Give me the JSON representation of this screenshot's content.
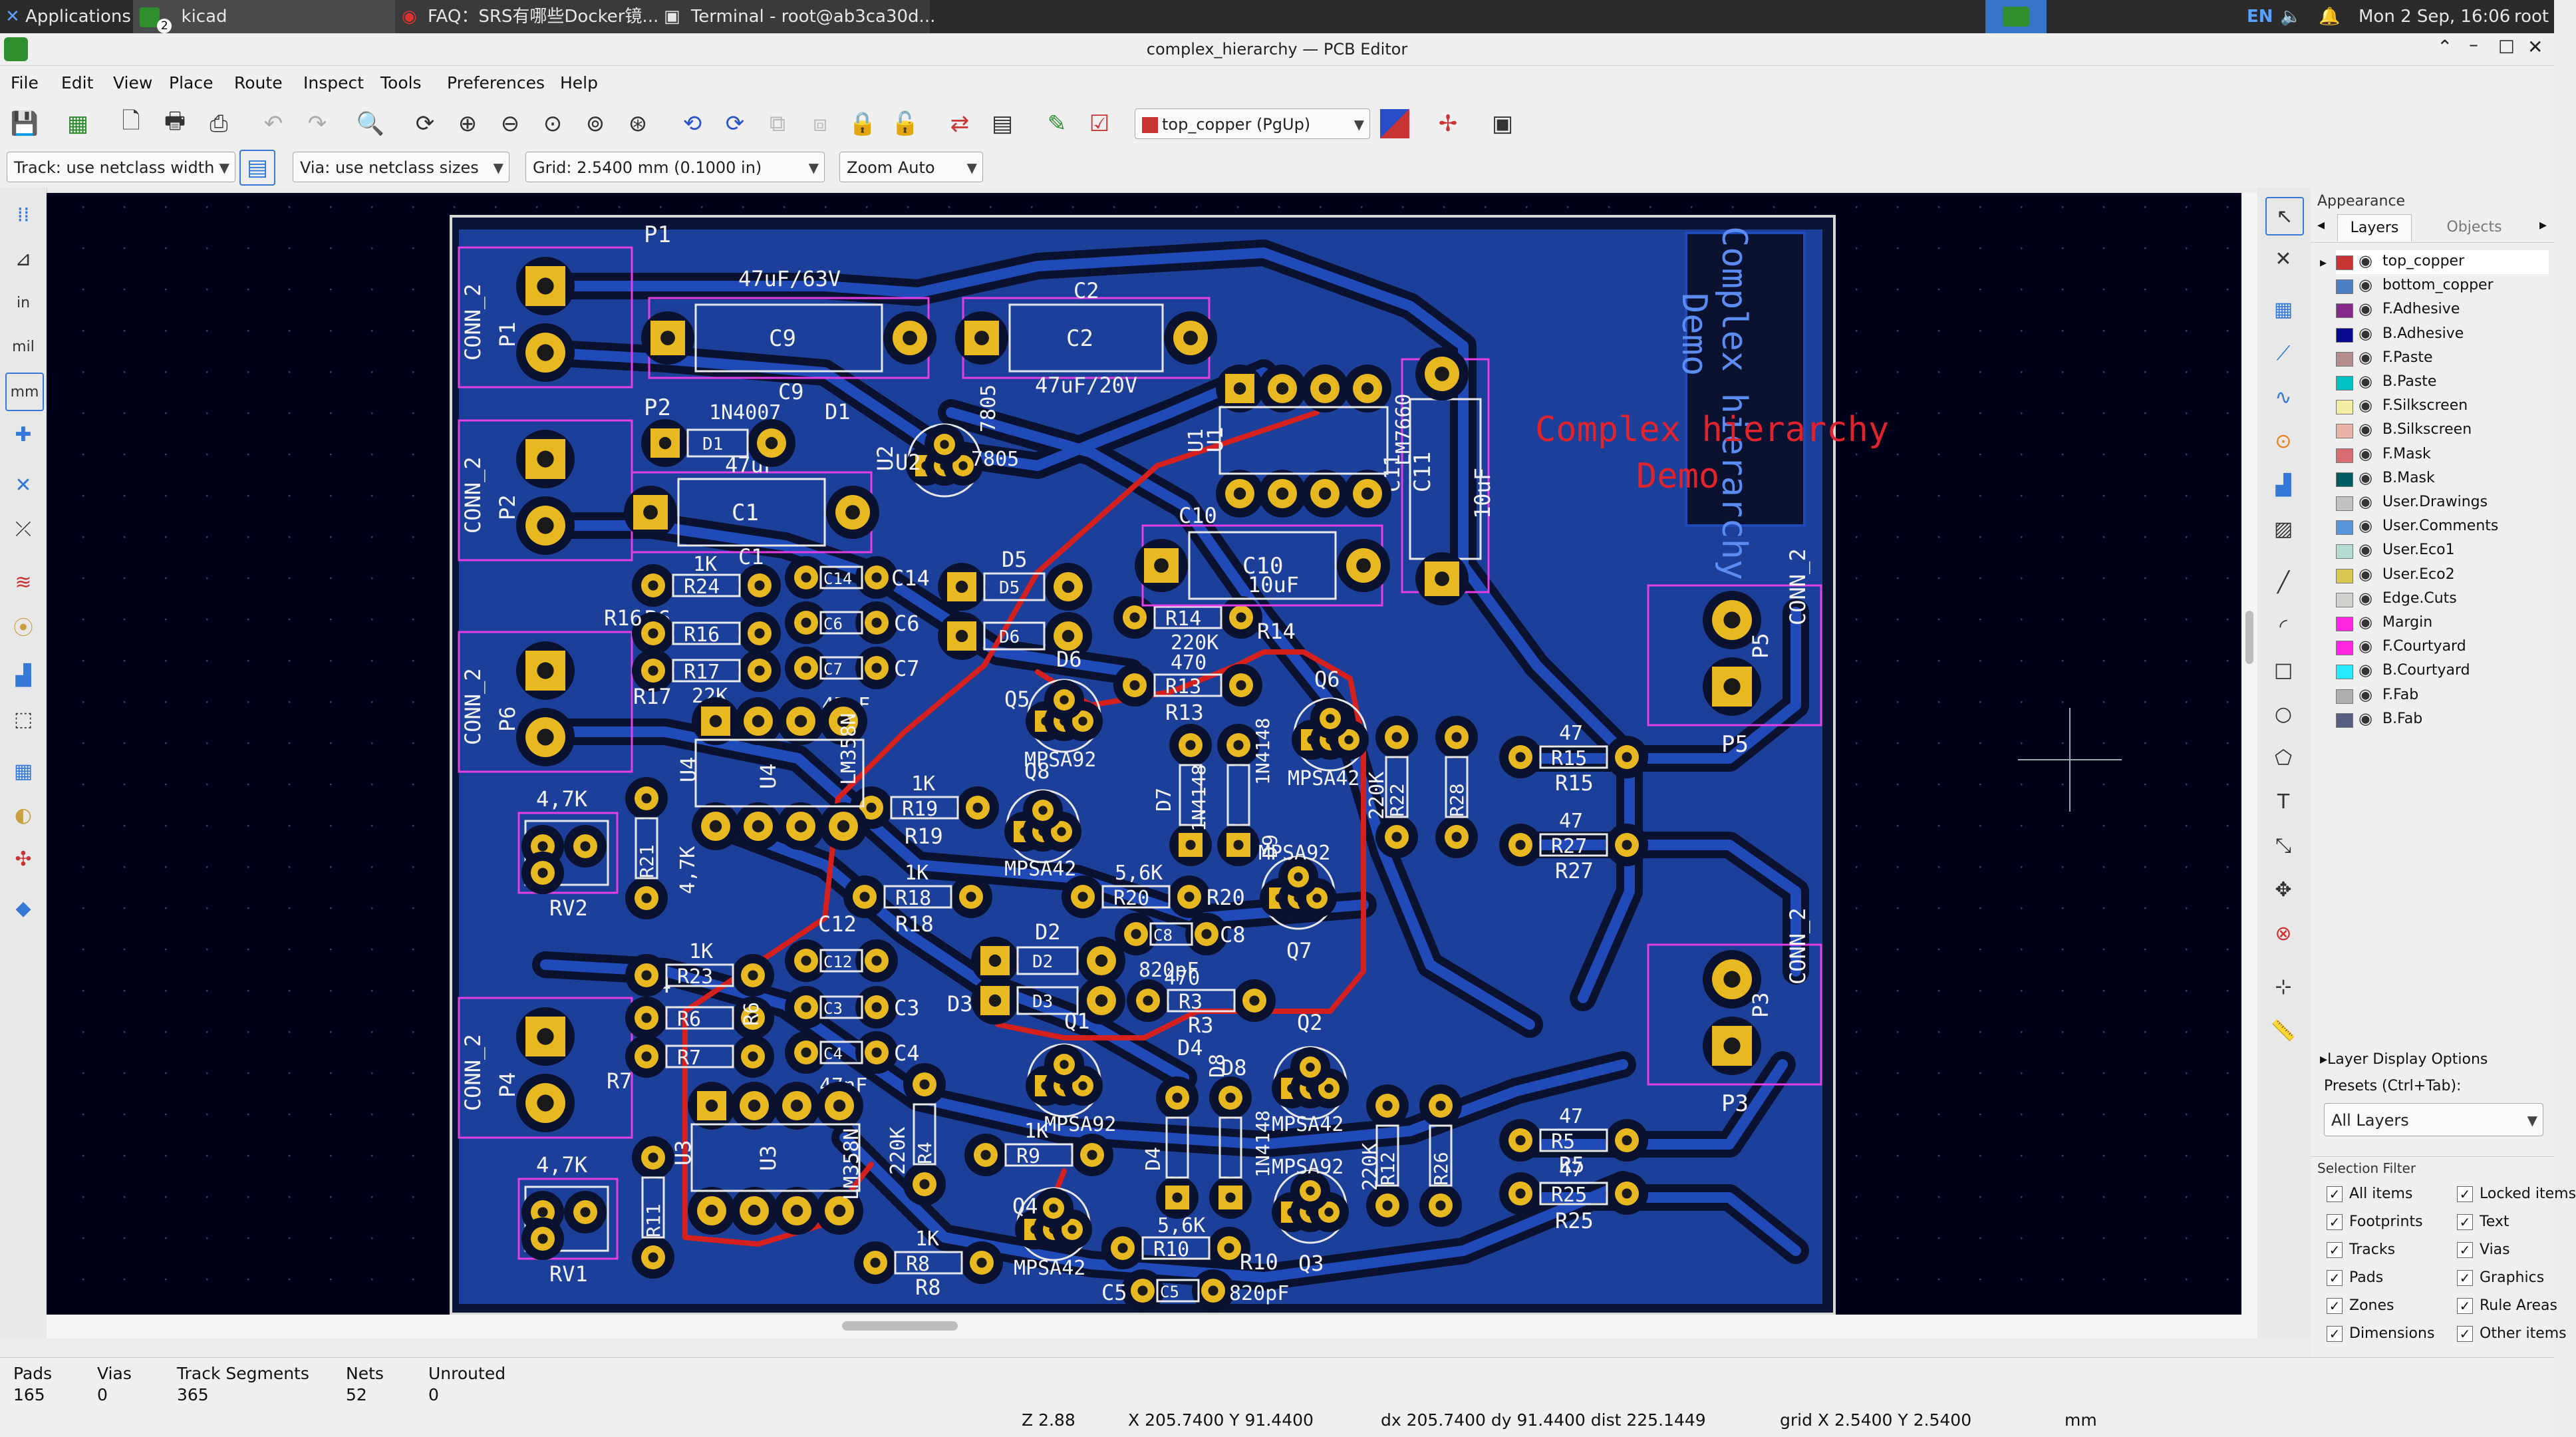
{
  "taskbar": {
    "applications": "Applications",
    "tasks": [
      {
        "label": "kicad",
        "badge": "2"
      },
      {
        "label": "FAQ：SRS有哪些Docker镜..."
      },
      {
        "label": "Terminal - root@ab3ca30d..."
      }
    ],
    "lang": "EN",
    "clock": "Mon  2 Sep, 16:06",
    "user": "root"
  },
  "window": {
    "title": "complex_hierarchy — PCB Editor"
  },
  "menu": [
    "File",
    "Edit",
    "View",
    "Place",
    "Route",
    "Inspect",
    "Tools",
    "Preferences",
    "Help"
  ],
  "toolbar": {
    "layer_select": "top_copper (PgUp)",
    "track_width": "Track: use netclass width",
    "via_size": "Via: use netclass sizes",
    "grid": "Grid: 2.5400 mm (0.1000 in)",
    "zoom": "Zoom Auto"
  },
  "left_toolbar": {
    "units_in": "in",
    "units_mil": "mil",
    "units_mm": "mm"
  },
  "board": {
    "title_line1": "Complex hierarchy",
    "title_line2": "Demo",
    "components": [
      {
        "ref": "P1",
        "value": "CONN_2"
      },
      {
        "ref": "P2",
        "value": "CONN_2"
      },
      {
        "ref": "P6",
        "value": "CONN_2"
      },
      {
        "ref": "P4",
        "value": "CONN_2"
      },
      {
        "ref": "P5",
        "value": "CONN_2"
      },
      {
        "ref": "P3",
        "value": "CONN_2"
      },
      {
        "ref": "C9",
        "value": "47uF/63V"
      },
      {
        "ref": "C2",
        "value": "47uF/20V"
      },
      {
        "ref": "D1",
        "value": "1N4007"
      },
      {
        "ref": "C1",
        "value": "47uF"
      },
      {
        "ref": "U2",
        "value": "7805"
      },
      {
        "ref": "U1",
        "value": "LM7660"
      },
      {
        "ref": "C11",
        "value": "10uF"
      },
      {
        "ref": "C10",
        "value": "10uF"
      },
      {
        "ref": "R24",
        "value": "1K"
      },
      {
        "ref": "R16",
        "value": "R16"
      },
      {
        "ref": "R17",
        "value": "22K"
      },
      {
        "ref": "C14",
        "value": "C14"
      },
      {
        "ref": "C6",
        "value": "C6"
      },
      {
        "ref": "C7",
        "value": "47nF"
      },
      {
        "ref": "D5",
        "value": "D5"
      },
      {
        "ref": "D6",
        "value": "D6"
      },
      {
        "ref": "R14",
        "value": "220K"
      },
      {
        "ref": "R13",
        "value": "470"
      },
      {
        "ref": "Q6",
        "value": "MPSA42"
      },
      {
        "ref": "Q5",
        "value": "MPSA92"
      },
      {
        "ref": "U4",
        "value": "LM358N"
      },
      {
        "ref": "R19",
        "value": "1K"
      },
      {
        "ref": "Q8",
        "value": "MPSA42"
      },
      {
        "ref": "R18",
        "value": "1K"
      },
      {
        "ref": "D7",
        "value": "1N4148"
      },
      {
        "ref": "D9",
        "value": "1N4148"
      },
      {
        "ref": "R20",
        "value": "5,6K"
      },
      {
        "ref": "Q7",
        "value": "MPSA92"
      },
      {
        "ref": "R22",
        "value": "220K"
      },
      {
        "ref": "R28",
        "value": "R28"
      },
      {
        "ref": "R15",
        "value": "47"
      },
      {
        "ref": "R27",
        "value": "47"
      },
      {
        "ref": "RV2",
        "value": "4,7K"
      },
      {
        "ref": "R21",
        "value": "4,7K"
      },
      {
        "ref": "C12",
        "value": "C12"
      },
      {
        "ref": "D2",
        "value": "D2"
      },
      {
        "ref": "C8",
        "value": "820pF"
      },
      {
        "ref": "R3",
        "value": "470"
      },
      {
        "ref": "R23",
        "value": "1K"
      },
      {
        "ref": "R6",
        "value": "R6"
      },
      {
        "ref": "R7",
        "value": "R7"
      },
      {
        "ref": "C3",
        "value": "C3"
      },
      {
        "ref": "C4",
        "value": "47nF"
      },
      {
        "ref": "D3",
        "value": "D3"
      },
      {
        "ref": "Q1",
        "value": "MPSA92"
      },
      {
        "ref": "Q2",
        "value": "MPSA42"
      },
      {
        "ref": "D8",
        "value": "1N4148"
      },
      {
        "ref": "D4",
        "value": "1N4148"
      },
      {
        "ref": "U3",
        "value": "LM358N"
      },
      {
        "ref": "R4",
        "value": "220K"
      },
      {
        "ref": "R9",
        "value": "1K"
      },
      {
        "ref": "Q4",
        "value": "MPSA42"
      },
      {
        "ref": "R10",
        "value": "5,6K"
      },
      {
        "ref": "Q3",
        "value": "MPSA92"
      },
      {
        "ref": "R12",
        "value": "220K"
      },
      {
        "ref": "R26",
        "value": "R26"
      },
      {
        "ref": "R5",
        "value": "47"
      },
      {
        "ref": "R25",
        "value": "47"
      },
      {
        "ref": "RV1",
        "value": "4,7K"
      },
      {
        "ref": "R11",
        "value": "R11"
      },
      {
        "ref": "R8",
        "value": "1K"
      },
      {
        "ref": "C5",
        "value": "820pF"
      }
    ]
  },
  "appearance": {
    "title": "Appearance",
    "tabs": [
      "Layers",
      "Objects"
    ],
    "layers": [
      {
        "name": "top_copper",
        "color": "#c83434"
      },
      {
        "name": "bottom_copper",
        "color": "#4d7fc4"
      },
      {
        "name": "F.Adhesive",
        "color": "#842a8a"
      },
      {
        "name": "B.Adhesive",
        "color": "#0a0a8f"
      },
      {
        "name": "F.Paste",
        "color": "#b48c8c"
      },
      {
        "name": "B.Paste",
        "color": "#00c2c2"
      },
      {
        "name": "F.Silkscreen",
        "color": "#f2eda1"
      },
      {
        "name": "B.Silkscreen",
        "color": "#e8b2a7"
      },
      {
        "name": "F.Mask",
        "color": "#d86c72"
      },
      {
        "name": "B.Mask",
        "color": "#025a63"
      },
      {
        "name": "User.Drawings",
        "color": "#c2c2c2"
      },
      {
        "name": "User.Comments",
        "color": "#5994dc"
      },
      {
        "name": "User.Eco1",
        "color": "#b4dbd2"
      },
      {
        "name": "User.Eco2",
        "color": "#d8c852"
      },
      {
        "name": "Edge.Cuts",
        "color": "#d0d2cd"
      },
      {
        "name": "Margin",
        "color": "#ff26e2"
      },
      {
        "name": "F.Courtyard",
        "color": "#ff26e2"
      },
      {
        "name": "B.Courtyard",
        "color": "#26e9ff"
      },
      {
        "name": "F.Fab",
        "color": "#afafaf"
      },
      {
        "name": "B.Fab",
        "color": "#585d84"
      }
    ],
    "layer_display_options": "Layer Display Options",
    "presets_label": "Presets (Ctrl+Tab):",
    "preset_value": "All Layers",
    "selection_filter_title": "Selection Filter",
    "filters_left": [
      "All items",
      "Footprints",
      "Tracks",
      "Pads",
      "Zones",
      "Dimensions"
    ],
    "filters_right": [
      "Locked items",
      "Text",
      "Vias",
      "Graphics",
      "Rule Areas",
      "Other items"
    ]
  },
  "stats": {
    "labels": [
      "Pads",
      "Vias",
      "Track Segments",
      "Nets",
      "Unrouted"
    ],
    "values": [
      "165",
      "0",
      "365",
      "52",
      "0"
    ]
  },
  "status": {
    "zoom": "Z 2.88",
    "xy": "X 205.7400  Y 91.4400",
    "delta": "dx 205.7400  dy 91.4400  dist 225.1449",
    "grid": "grid X 2.5400  Y 2.5400",
    "units": "mm"
  }
}
